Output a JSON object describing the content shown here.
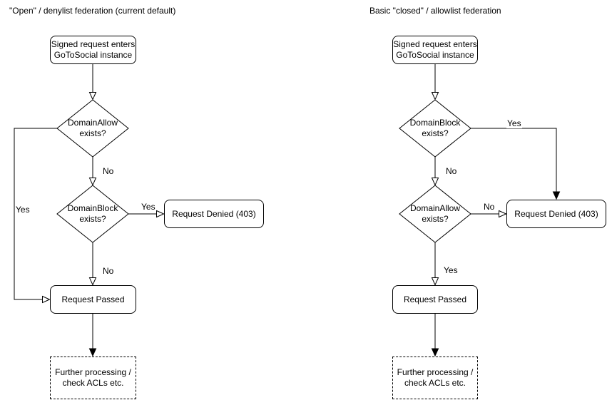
{
  "colors": {
    "stroke": "#000000",
    "text": "#000000",
    "node_fill": "#ffffff",
    "background": "#ffffff"
  },
  "left_flow": {
    "title": "\"Open\" / denylist federation (current default)",
    "start": "Signed request enters\nGoToSocial instance",
    "decision1": "DomainAllow\nexists?",
    "decision1_yes": "Yes",
    "decision1_no": "No",
    "decision2": "DomainBlock\nexists?",
    "decision2_yes": "Yes",
    "decision2_no": "No",
    "denied": "Request Denied (403)",
    "passed": "Request Passed",
    "further": "Further processing /\ncheck ACLs etc."
  },
  "right_flow": {
    "title": "Basic \"closed\" / allowlist federation",
    "start": "Signed request enters\nGoToSocial instance",
    "decision1": "DomainBlock\nexists?",
    "decision1_yes": "Yes",
    "decision1_no": "No",
    "decision2": "DomainAllow\nexists?",
    "decision2_no": "No",
    "decision2_yes": "Yes",
    "denied": "Request Denied (403)",
    "passed": "Request Passed",
    "further": "Further processing /\ncheck ACLs etc."
  }
}
